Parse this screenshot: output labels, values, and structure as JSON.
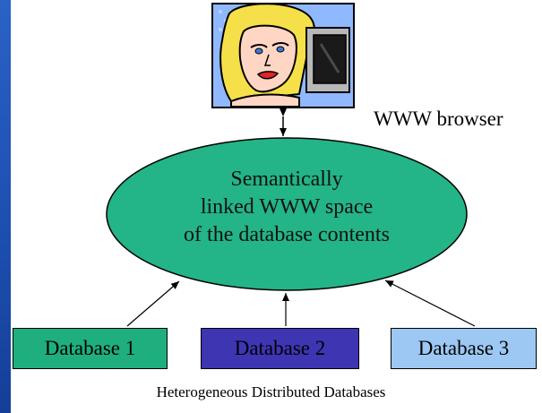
{
  "diagram": {
    "browser_label": "WWW browser",
    "oval_lines": [
      "Semantically",
      "linked WWW space",
      "of the database contents"
    ],
    "databases": [
      "Database 1",
      "Database 2",
      "Database 3"
    ],
    "caption": "Heterogeneous Distributed Databases",
    "colors": {
      "frame": "#1d4fb0",
      "oval": "#23b487",
      "database_1": "#1faf7e",
      "database_2": "#3d35b2",
      "database_3": "#9cc8f3"
    },
    "illustration": "woman-at-computer-clipart"
  }
}
